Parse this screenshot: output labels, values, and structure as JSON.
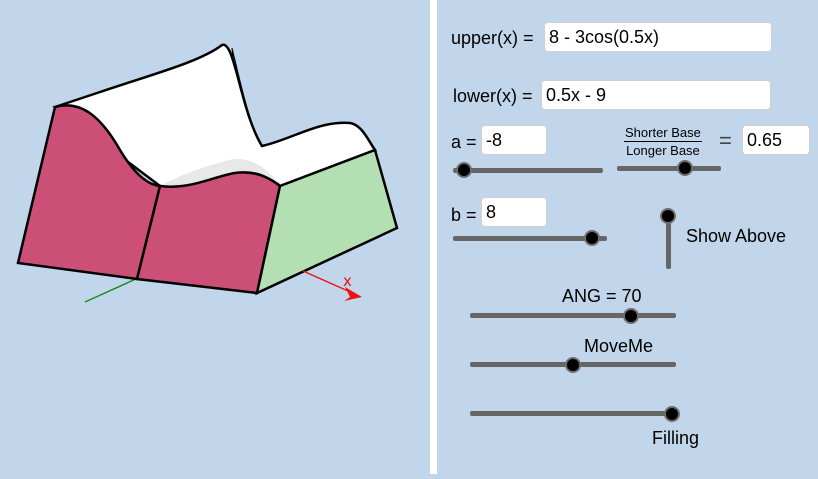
{
  "graphics": {
    "axis_x_label": "x",
    "colors": {
      "pink": "#cc4f77",
      "green": "#b3dfb3",
      "blue": "#0f7fd9",
      "top": "#ffffff",
      "x_axis": "#e11",
      "y_axis": "#1a8a1a"
    }
  },
  "inputs": {
    "upper": {
      "label": "upper(x) =",
      "value": "8 - 3cos(0.5x)"
    },
    "lower": {
      "label": "lower(x) =",
      "value": "0.5x - 9"
    },
    "a": {
      "label": "a =",
      "value": "-8"
    },
    "b": {
      "label": "b =",
      "value": "8"
    },
    "ratio": {
      "numerator": "Shorter Base",
      "denominator": "Longer Base",
      "equals": "=",
      "value": "0.65"
    }
  },
  "sliders": {
    "a": {
      "fraction": 0.07
    },
    "ratio": {
      "fraction": 0.65
    },
    "b": {
      "fraction": 0.9
    },
    "show_above": {
      "label": "Show Above",
      "fraction": 1.0
    },
    "ang": {
      "label": "ANG = 70",
      "fraction": 0.78
    },
    "moveme": {
      "label": "MoveMe",
      "fraction": 0.5
    },
    "filling": {
      "label": "Filling",
      "fraction": 1.0
    }
  }
}
